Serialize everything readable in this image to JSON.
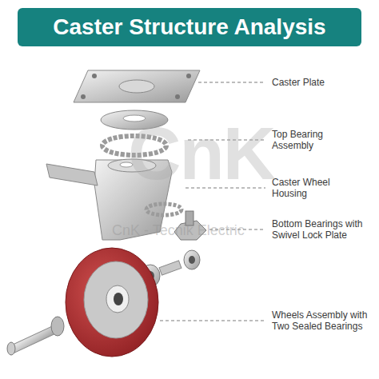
{
  "diagram": {
    "title": "Caster Structure Analysis",
    "labels": [
      "Caster Plate",
      "Top Bearing Assembly",
      "Caster Wheel Housing",
      "Bottom Bearings with Swivel Lock Plate",
      "Wheels Assembly with Two Sealed Bearings",
      "CnK",
      "CnK - Tecnik Electric"
    ]
  }
}
